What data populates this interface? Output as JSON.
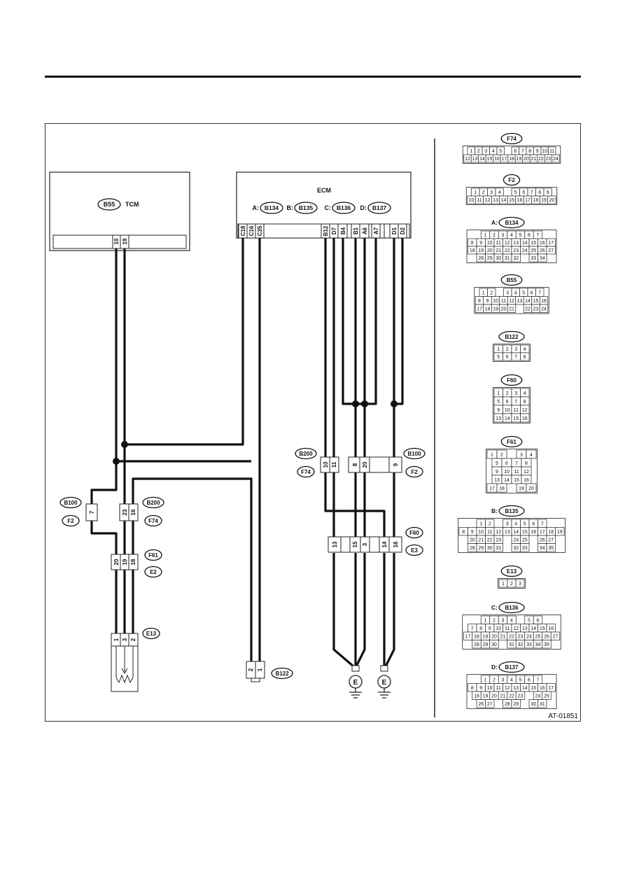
{
  "figure_id": "AT-01851",
  "tcm": {
    "title": "TCM",
    "connector": "B55",
    "pins": [
      "10",
      "19"
    ]
  },
  "ecm": {
    "title": "ECM",
    "connectors": [
      {
        "prefix": "A:",
        "name": "B134"
      },
      {
        "prefix": "B:",
        "name": "B135"
      },
      {
        "prefix": "C:",
        "name": "B136"
      },
      {
        "prefix": "D:",
        "name": "B137"
      }
    ],
    "pins": [
      "C18",
      "C16",
      "C35",
      "B12",
      "D7",
      "B4",
      "B1",
      "A6",
      "A7",
      "D1",
      "D2"
    ]
  },
  "left_conn_b100": {
    "top": "B100",
    "bottom": "F2",
    "pin": "7"
  },
  "left_conn_b200": {
    "top": "B200",
    "bottom": "F74",
    "pins": [
      "23",
      "16"
    ]
  },
  "left_conn_f61": {
    "top": "F61",
    "bottom": "E2",
    "pins": [
      "20",
      "19",
      "18"
    ]
  },
  "e13": {
    "label": "E13",
    "pins": [
      "1",
      "3",
      "2"
    ]
  },
  "b122": {
    "label": "B122",
    "pins": [
      "2",
      "1"
    ]
  },
  "mid_b200": {
    "top": "B200",
    "bottom": "F74",
    "pins": [
      "10",
      "11"
    ]
  },
  "mid_b100": {
    "top": "B100",
    "bottom": "F2",
    "pins": [
      "8",
      "20",
      "9"
    ]
  },
  "mid_f60": {
    "top": "F60",
    "bottom": "E3",
    "pins": [
      "13",
      "15",
      "3",
      "14",
      "16"
    ]
  },
  "ground": {
    "label": "E"
  },
  "legend": [
    {
      "label": "F74",
      "rows": [
        [
          "1",
          "2",
          "3",
          "4",
          "5",
          "",
          "6",
          "7",
          "8",
          "9",
          "10",
          "11"
        ],
        [
          "12",
          "13",
          "14",
          "15",
          "16",
          "17",
          "18",
          "19",
          "20",
          "21",
          "22",
          "23",
          "24"
        ]
      ]
    },
    {
      "label": "F2",
      "rows": [
        [
          "1",
          "2",
          "3",
          "4",
          "",
          "5",
          "6",
          "7",
          "8",
          "9"
        ],
        [
          "10",
          "11",
          "12",
          "13",
          "14",
          "15",
          "16",
          "17",
          "18",
          "19",
          "20"
        ]
      ]
    },
    {
      "label": "B134",
      "prefix": "A:",
      "rows": [
        [
          "1",
          "2",
          "3",
          "4",
          "5",
          "6",
          "7"
        ],
        [
          "8",
          "9",
          "10",
          "11",
          "12",
          "13",
          "14",
          "15",
          "16",
          "17"
        ],
        [
          "18",
          "19",
          "20",
          "21",
          "22",
          "23",
          "24",
          "25",
          "26",
          "27"
        ],
        [
          "28",
          "29",
          "30",
          "31",
          "32",
          "",
          "33",
          "34"
        ]
      ]
    },
    {
      "label": "B55",
      "rows": [
        [
          "1",
          "2",
          "",
          "3",
          "4",
          "5",
          "6",
          "7"
        ],
        [
          "8",
          "9",
          "10",
          "11",
          "12",
          "13",
          "14",
          "15",
          "16"
        ],
        [
          "17",
          "18",
          "19",
          "20",
          "21",
          "",
          "22",
          "23",
          "24"
        ]
      ]
    },
    {
      "label": "B122",
      "rows": [
        [
          "1",
          "2",
          "3",
          "4"
        ],
        [
          "5",
          "6",
          "7",
          "8"
        ]
      ]
    },
    {
      "label": "F60",
      "rows": [
        [
          "1",
          "2",
          "3",
          "4"
        ],
        [
          "5",
          "6",
          "7",
          "8"
        ],
        [
          "9",
          "10",
          "11",
          "12"
        ],
        [
          "13",
          "14",
          "15",
          "16"
        ]
      ]
    },
    {
      "label": "F61",
      "rows": [
        [
          "1",
          "2",
          "",
          "3",
          "4"
        ],
        [
          "5",
          "6",
          "7",
          "8"
        ],
        [
          "9",
          "10",
          "11",
          "12"
        ],
        [
          "13",
          "14",
          "15",
          "16"
        ],
        [
          "17",
          "18",
          "",
          "19",
          "20"
        ]
      ]
    },
    {
      "label": "B135",
      "prefix": "B:",
      "rows": [
        [
          "1",
          "2",
          "",
          "3",
          "4",
          "5",
          "6",
          "7"
        ],
        [
          "8",
          "9",
          "10",
          "11",
          "12",
          "13",
          "14",
          "15",
          "16",
          "17",
          "18",
          "19"
        ],
        [
          "20",
          "21",
          "22",
          "23",
          "",
          "24",
          "25",
          "",
          "26",
          "27"
        ],
        [
          "28",
          "29",
          "30",
          "31",
          "",
          "32",
          "33",
          "",
          "34",
          "35"
        ]
      ]
    },
    {
      "label": "E13",
      "rows": [
        [
          "1",
          "2",
          "3"
        ]
      ]
    },
    {
      "label": "B136",
      "prefix": "C:",
      "rows": [
        [
          "1",
          "2",
          "3",
          "4",
          "",
          "5",
          "6"
        ],
        [
          "7",
          "8",
          "9",
          "10",
          "11",
          "12",
          "13",
          "14",
          "15",
          "16"
        ],
        [
          "17",
          "18",
          "19",
          "20",
          "21",
          "22",
          "23",
          "24",
          "25",
          "26",
          "27"
        ],
        [
          "28",
          "29",
          "30",
          "",
          "31",
          "32",
          "33",
          "34",
          "35"
        ]
      ]
    },
    {
      "label": "B137",
      "prefix": "D:",
      "rows": [
        [
          "1",
          "2",
          "3",
          "4",
          "5",
          "6",
          "7"
        ],
        [
          "8",
          "9",
          "10",
          "11",
          "12",
          "13",
          "14",
          "15",
          "16",
          "17"
        ],
        [
          "18",
          "19",
          "20",
          "21",
          "22",
          "23",
          "",
          "24",
          "25"
        ],
        [
          "26",
          "27",
          "",
          "28",
          "29",
          "",
          "30",
          "31"
        ]
      ]
    }
  ]
}
